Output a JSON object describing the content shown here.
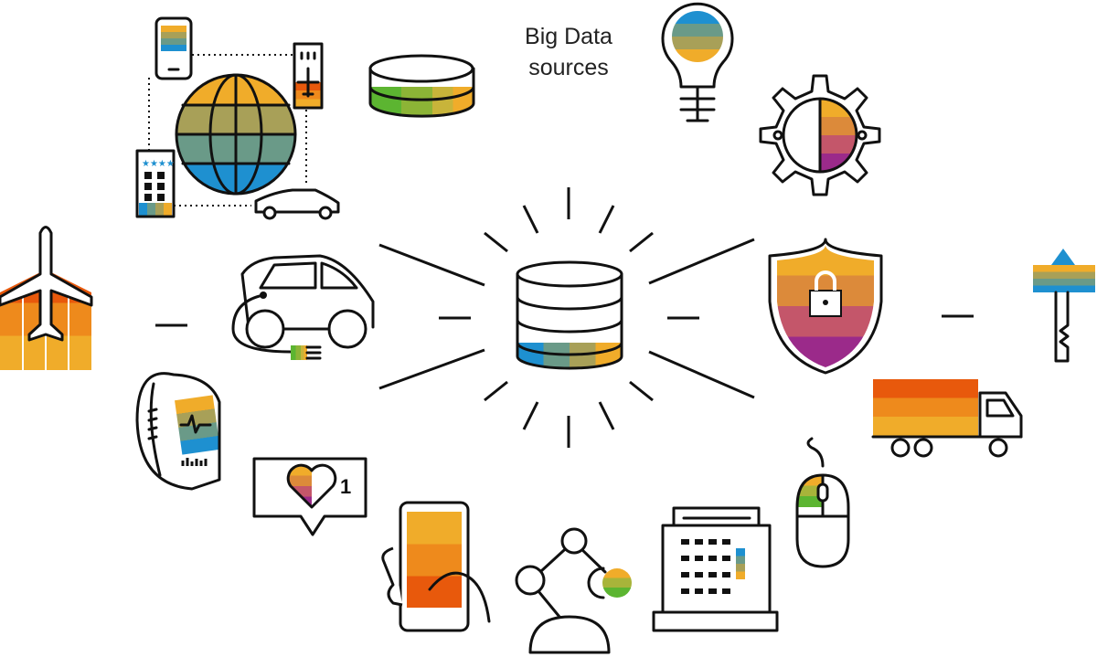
{
  "title": {
    "line1": "Big Data",
    "line2": "sources"
  },
  "social": {
    "like_count": "1"
  },
  "colors": {
    "orange": "#e8590c",
    "orange2": "#ee8a1c",
    "yellow": "#f0ac2a",
    "olive": "#a8a058",
    "teal": "#6a9a88",
    "blue": "#1e90d0",
    "green": "#5cb531",
    "purple": "#9b2a8a",
    "rose": "#c4566a"
  }
}
